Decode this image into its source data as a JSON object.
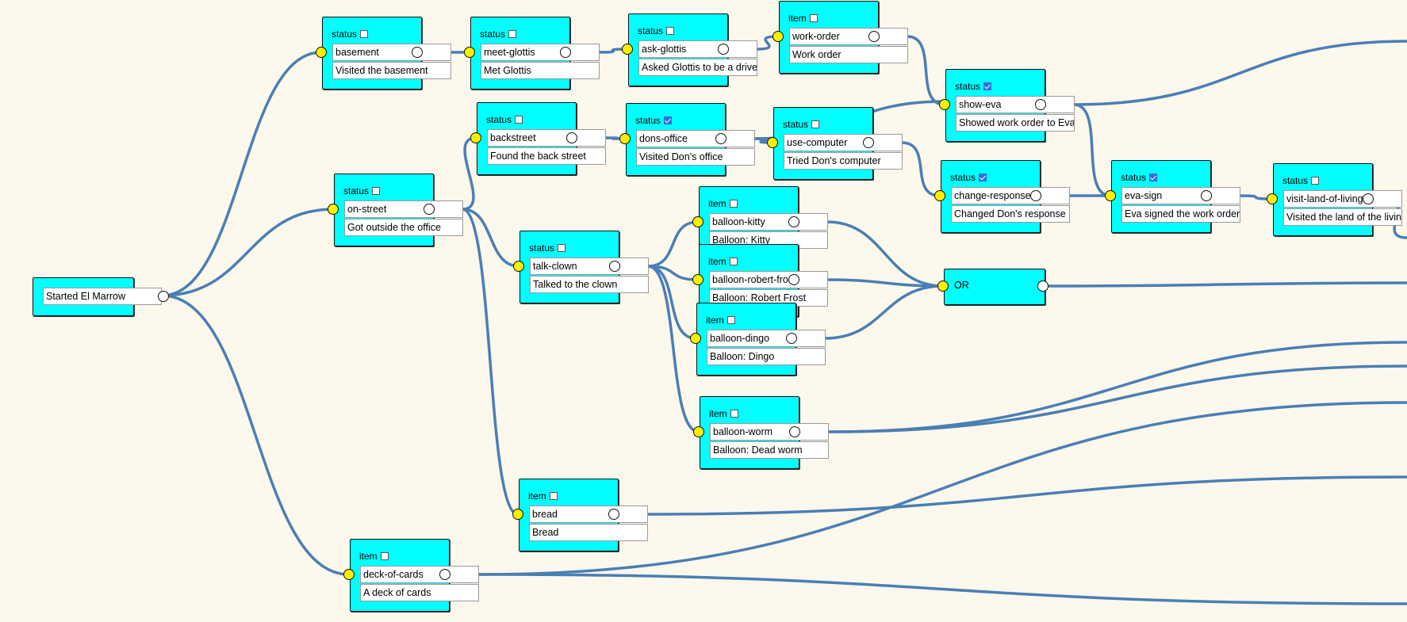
{
  "root": {
    "label": "Started El Marrow"
  },
  "nodes": {
    "basement": {
      "kind": "status",
      "checked": false,
      "id": "basement",
      "desc": "Visited the basement"
    },
    "meet_glottis": {
      "kind": "status",
      "checked": false,
      "id": "meet-glottis",
      "desc": "Met Glottis"
    },
    "ask_glottis": {
      "kind": "status",
      "checked": false,
      "id": "ask-glottis",
      "desc": "Asked Glottis to be a drive"
    },
    "work_order": {
      "kind": "item",
      "checked": false,
      "id": "work-order",
      "desc": "Work order"
    },
    "show_eva": {
      "kind": "status",
      "checked": true,
      "id": "show-eva",
      "desc": "Showed work order to Eva"
    },
    "backstreet": {
      "kind": "status",
      "checked": false,
      "id": "backstreet",
      "desc": "Found the back street"
    },
    "dons_office": {
      "kind": "status",
      "checked": true,
      "id": "dons-office",
      "desc": "Visited Don's office"
    },
    "use_computer": {
      "kind": "status",
      "checked": false,
      "id": "use-computer",
      "desc": "Tried Don's computer"
    },
    "change_response": {
      "kind": "status",
      "checked": true,
      "id": "change-response",
      "desc": "Changed Don's response"
    },
    "eva_sign": {
      "kind": "status",
      "checked": true,
      "id": "eva-sign",
      "desc": "Eva signed the work order"
    },
    "visit_land": {
      "kind": "status",
      "checked": false,
      "id": "visit-land-of-living",
      "desc": "Visited the land of the living"
    },
    "on_street": {
      "kind": "status",
      "checked": false,
      "id": "on-street",
      "desc": "Got outside the office"
    },
    "talk_clown": {
      "kind": "status",
      "checked": false,
      "id": "talk-clown",
      "desc": "Talked to the clown"
    },
    "balloon_kitty": {
      "kind": "item",
      "checked": false,
      "id": "balloon-kitty",
      "desc": "Balloon: Kitty"
    },
    "balloon_robert": {
      "kind": "item",
      "checked": false,
      "id": "balloon-robert-frost",
      "desc": "Balloon: Robert Frost"
    },
    "balloon_dingo": {
      "kind": "item",
      "checked": false,
      "id": "balloon-dingo",
      "desc": "Balloon: Dingo"
    },
    "balloon_worm": {
      "kind": "item",
      "checked": false,
      "id": "balloon-worm",
      "desc": "Balloon: Dead worm"
    },
    "bread": {
      "kind": "item",
      "checked": false,
      "id": "bread",
      "desc": "Bread"
    },
    "deck_of_cards": {
      "kind": "item",
      "checked": false,
      "id": "deck-of-cards",
      "desc": "A deck of cards"
    }
  },
  "or_node": {
    "label": "OR"
  },
  "colors": {
    "node_fill": "#00ffff",
    "wire": "#4a7fb5",
    "in_port": "#ffee00",
    "background": "#fdf8ec"
  }
}
